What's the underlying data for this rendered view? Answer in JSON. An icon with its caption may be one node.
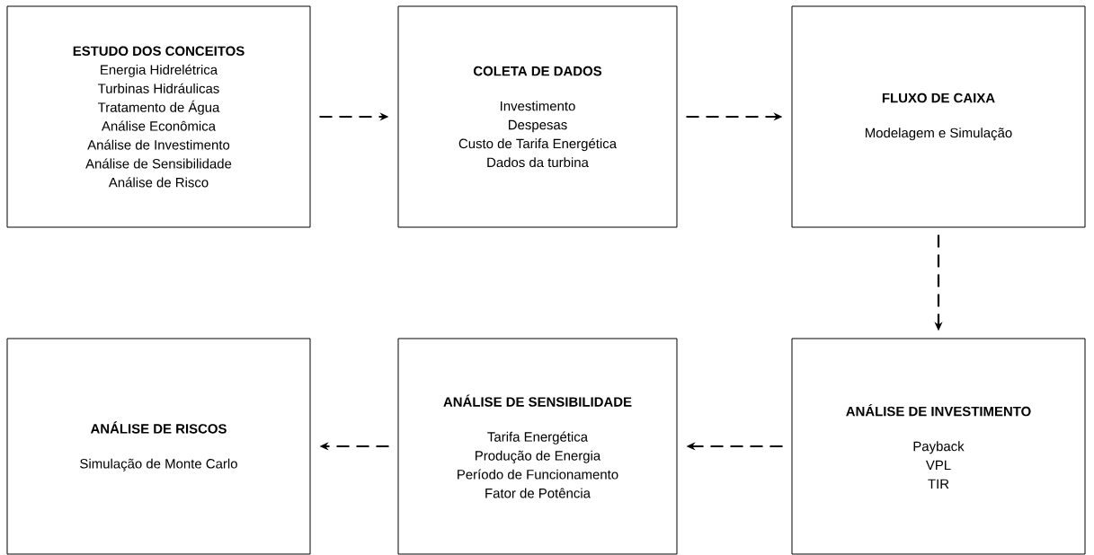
{
  "diagram": {
    "nodes": [
      {
        "text": [
          "ESTUDO DOS CONCEITOS",
          "Energia Hidrelétrica",
          "Turbinas Hidráulicas",
          "Tratamento de Água",
          "Análise Econômica",
          "Análise de Investimento",
          "Análise de Sensibilidade",
          "Análise de Risco"
        ]
      },
      {
        "text": [
          "COLETA DE DADOS",
          "Investimento",
          "Despesas",
          "Custo de Tarifa Energética",
          "Dados da turbina"
        ]
      },
      {
        "text": [
          "FLUXO DE CAIXA",
          "Modelagem e Simulação"
        ]
      },
      {
        "text": [
          "ANÁLISE DE RISCOS",
          "Simulação de Monte Carlo"
        ]
      },
      {
        "text": [
          "ANÁLISE DE SENSIBILIDADE",
          "Tarifa Energética",
          "Produção de Energia",
          "Período de Funcionamento",
          "Fator de Potência"
        ]
      },
      {
        "text": [
          "ANÁLISE DE INVESTIMENTO",
          "Payback",
          "VPL",
          "TIR"
        ]
      }
    ],
    "edges": [
      {
        "from": 0,
        "to": 1,
        "arrow": "to",
        "style": "dashed"
      },
      {
        "from": 1,
        "to": 2,
        "arrow": "to",
        "style": "dashed"
      },
      {
        "from": 2,
        "to": 5,
        "arrow": "to",
        "style": "dashed"
      },
      {
        "from": 5,
        "to": 4,
        "arrow": "to",
        "style": "dashed"
      },
      {
        "from": 4,
        "to": 3,
        "arrow": "to",
        "style": "dashed"
      }
    ]
  }
}
